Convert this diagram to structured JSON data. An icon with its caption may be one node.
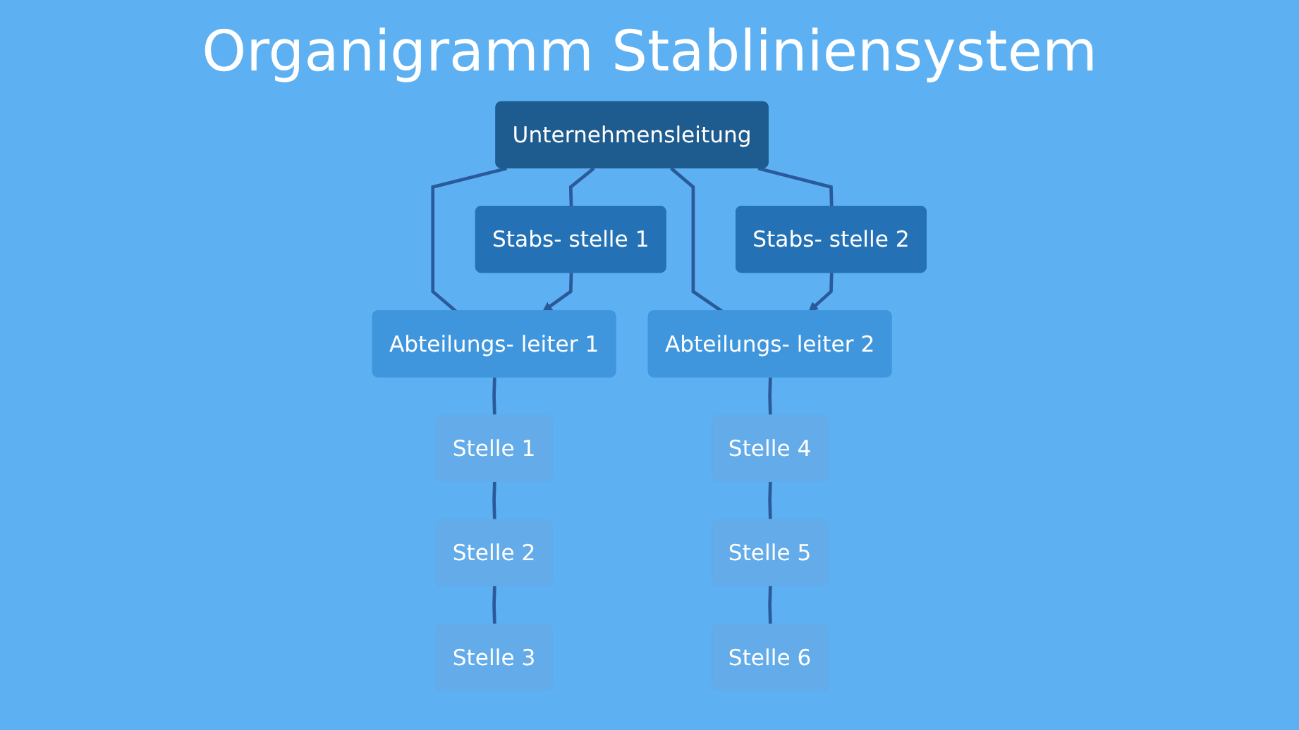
{
  "diagram": {
    "title": "Organigramm Stabliniensystem",
    "nodes": [
      {
        "text": [
          "Unternehmensleitung"
        ]
      },
      {
        "text": [
          "Stabs- stelle 1"
        ]
      },
      {
        "text": [
          "Abteilungs- leiter 1"
        ]
      },
      {
        "text": [
          "Abteilungs- leiter 2"
        ]
      },
      {
        "text": [
          "Stabs- stelle 2"
        ]
      },
      {
        "text": [
          "Stelle 1"
        ]
      },
      {
        "text": [
          "Stelle 2"
        ]
      },
      {
        "text": [
          "Stelle 3"
        ]
      },
      {
        "text": [
          "Stelle 4"
        ]
      },
      {
        "text": [
          "Stelle 5"
        ]
      },
      {
        "text": [
          "Stelle 6"
        ]
      }
    ],
    "edges": [
      {
        "from": 0,
        "to": 1,
        "arrow": "none"
      },
      {
        "from": 0,
        "to": 2,
        "arrow": "none"
      },
      {
        "from": 0,
        "to": 3,
        "arrow": "none"
      },
      {
        "from": 0,
        "to": 4,
        "arrow": "none"
      },
      {
        "from": 1,
        "to": 2,
        "arrow": "to"
      },
      {
        "from": 4,
        "to": 3,
        "arrow": "to"
      },
      {
        "from": 2,
        "to": 5,
        "arrow": "none"
      },
      {
        "from": 5,
        "to": 6,
        "arrow": "none"
      },
      {
        "from": 6,
        "to": 7,
        "arrow": "none"
      },
      {
        "from": 3,
        "to": 8,
        "arrow": "none"
      },
      {
        "from": 8,
        "to": 9,
        "arrow": "none"
      },
      {
        "from": 9,
        "to": 10,
        "arrow": "none"
      }
    ]
  }
}
